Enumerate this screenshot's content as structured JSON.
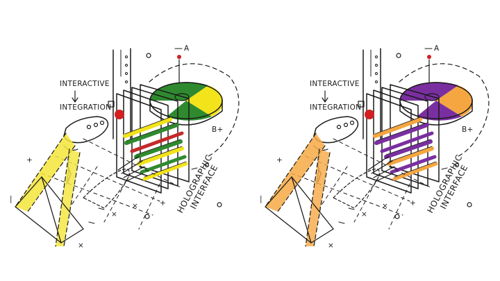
{
  "panels": [
    {
      "accent_a": "#f2e31a",
      "accent_b": "#2f8a2f",
      "accent_c": "#c42a2a",
      "hand_color": "#f4e53a"
    },
    {
      "accent_a": "#f5a640",
      "accent_b": "#7a2fa0",
      "accent_c": "#7a2fa0",
      "hand_color": "#f6a944"
    }
  ],
  "labels": {
    "interactive": "INTERACTIVE",
    "integration": "INTEGRATION",
    "marker_a": "A",
    "marker_b": "B+",
    "holographic": "HOLOGRAPHIC",
    "interface": "INTERFACE"
  },
  "colors": {
    "red_dot": "#d21f1f",
    "ink": "#1a1a1a"
  }
}
